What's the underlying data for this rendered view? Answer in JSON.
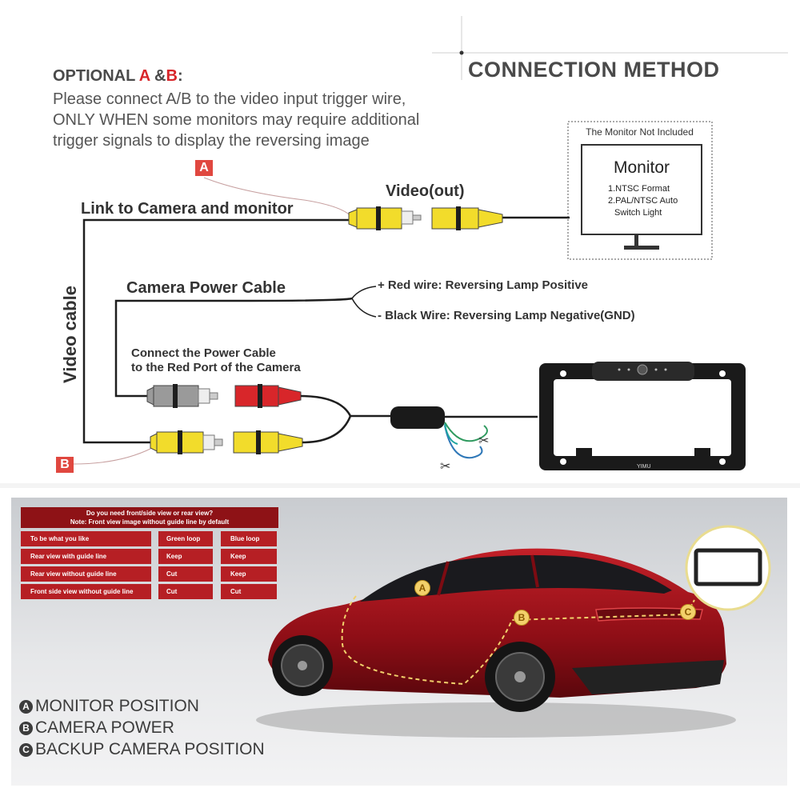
{
  "header": {
    "title": "CONNECTION METHOD"
  },
  "optional": {
    "prefix": "OPTIONAL ",
    "a": "A",
    "amp": " &",
    "b": "B",
    "suffix": ":",
    "lines": [
      "Please connect A/B to the video input trigger wire,",
      "ONLY WHEN some monitors may require additional",
      "trigger signals to display the reversing image"
    ]
  },
  "badges": {
    "a": "A",
    "b": "B"
  },
  "labels": {
    "video_out": "Video(out)",
    "link": "Link to Camera and monitor",
    "video_cable": "Video cable",
    "power_cable": "Camera Power Cable",
    "red_wire": "+ Red wire: Reversing Lamp Positive",
    "black_wire": "- Black Wire: Reversing Lamp Negative(GND)",
    "connect_line1": "Connect the Power Cable",
    "connect_line2": "to the Red Port of the Camera"
  },
  "monitor": {
    "note": "The Monitor Not Included",
    "title": "Monitor",
    "line1": "1.NTSC Format",
    "line2": "2.PAL/NTSC Auto",
    "line3": "Switch Light"
  },
  "plate_brand": "YIMU",
  "table": {
    "header_line1": "Do you need front/side view or rear view?",
    "header_line2": "Note: Front view image without guide line by default",
    "rows": [
      [
        "To be what you like",
        "Green loop",
        "Blue loop"
      ],
      [
        "Rear view with guide line",
        "Keep",
        "Keep"
      ],
      [
        "Rear view without guide line",
        "Cut",
        "Keep"
      ],
      [
        "Front side view without guide line",
        "Cut",
        "Cut"
      ]
    ]
  },
  "car_markers": {
    "a": "A",
    "b": "B",
    "c": "C"
  },
  "legend": [
    {
      "letter": "A",
      "text": "MONITOR POSITION"
    },
    {
      "letter": "B",
      "text": "CAMERA POWER"
    },
    {
      "letter": "C",
      "text": "BACKUP CAMERA POSITION"
    }
  ],
  "colors": {
    "accent_red": "#d8262a",
    "table_red": "#b61f24",
    "connector_yellow": "#f2dc2b",
    "car_red": "#9e1019"
  }
}
